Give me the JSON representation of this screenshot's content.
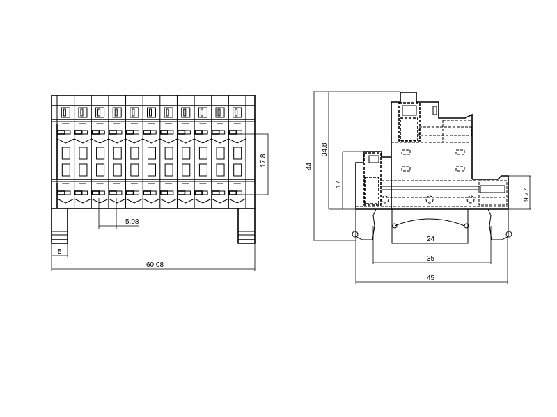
{
  "drawing": {
    "front_view": {
      "pole_count": 11,
      "dimensions": {
        "pole_spacing": "17.8",
        "pitch": "5.08",
        "foot_width": "5",
        "total_width": "60.08"
      }
    },
    "side_view": {
      "dimensions": {
        "total_height": "44",
        "upper_level_height": "34.8",
        "lower_level_height": "17",
        "side_connector_height": "9.77",
        "inner_width": "24",
        "rail_width": "35",
        "total_width": "45"
      }
    }
  }
}
